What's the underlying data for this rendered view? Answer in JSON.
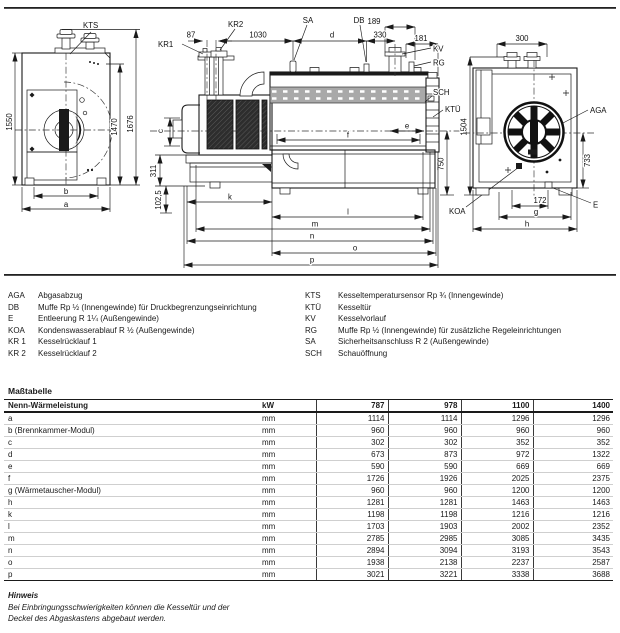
{
  "drawing": {
    "labels": {
      "kts": "KTS",
      "kr1": "KR1",
      "kr2": "KR2",
      "sa": "SA",
      "db": "DB",
      "kv": "KV",
      "rg": "RG",
      "sch": "SCH",
      "ktue": "KTÜ",
      "aga": "AGA",
      "koa": "KOA",
      "e": "E"
    },
    "dims": {
      "d87": "87",
      "d1030": "1030",
      "d189": "189",
      "d330": "330",
      "d181": "181",
      "d300": "300",
      "d1550": "1550",
      "d1470": "1470",
      "d1676": "1676",
      "d1504": "1504",
      "d750": "750",
      "d311": "311",
      "d102_5": "102,5",
      "d733": "733",
      "d172": "172"
    },
    "letters": {
      "a": "a",
      "b": "b",
      "c": "c",
      "d": "d",
      "e": "e",
      "f": "f",
      "g": "g",
      "h": "h",
      "k": "k",
      "l": "l",
      "m": "m",
      "n": "n",
      "o": "o",
      "p": "p"
    }
  },
  "legend": {
    "left": [
      {
        "code": "AGA",
        "text": "Abgasabzug"
      },
      {
        "code": "DB",
        "text": "Muffe Rp ½ (Innengewinde) für Druckbegrenzungseinrichtung"
      },
      {
        "code": "E",
        "text": "Entleerung R 1¼ (Außengewinde)"
      },
      {
        "code": "KOA",
        "text": "Kondenswasserablauf R ½ (Außengewinde)"
      },
      {
        "code": "KR 1",
        "text": "Kesselrücklauf 1"
      },
      {
        "code": "KR 2",
        "text": "Kesselrücklauf 2"
      }
    ],
    "right": [
      {
        "code": "KTS",
        "text": "Kesseltemperatursensor Rp ¾ (Innengewinde)"
      },
      {
        "code": "KTÜ",
        "text": "Kesseltür"
      },
      {
        "code": "KV",
        "text": "Kesselvorlauf"
      },
      {
        "code": "RG",
        "text": "Muffe Rp ½ (Innengewinde) für zusätzliche Regeleinrichtun­gen"
      },
      {
        "code": "SA",
        "text": "Sicherheitsanschluss R 2 (Außengewinde)"
      },
      {
        "code": "SCH",
        "text": "Schauöffnung"
      }
    ]
  },
  "table": {
    "title": "Maßtabelle",
    "header": {
      "label": "Nenn-Wärmeleistung",
      "unit": "kW",
      "cols": [
        "787",
        "978",
        "1100",
        "1400"
      ]
    },
    "rows": [
      {
        "label": "a",
        "unit": "mm",
        "values": [
          "1114",
          "1114",
          "1296",
          "1296"
        ]
      },
      {
        "label": "b (Brennkammer-Modul)",
        "unit": "mm",
        "values": [
          "960",
          "960",
          "960",
          "960"
        ]
      },
      {
        "label": "c",
        "unit": "mm",
        "values": [
          "302",
          "302",
          "352",
          "352"
        ]
      },
      {
        "label": "d",
        "unit": "mm",
        "values": [
          "673",
          "873",
          "972",
          "1322"
        ]
      },
      {
        "label": "e",
        "unit": "mm",
        "values": [
          "590",
          "590",
          "669",
          "669"
        ]
      },
      {
        "label": "f",
        "unit": "mm",
        "values": [
          "1726",
          "1926",
          "2025",
          "2375"
        ]
      },
      {
        "label": "g (Wärmetauscher-Modul)",
        "unit": "mm",
        "values": [
          "960",
          "960",
          "1200",
          "1200"
        ]
      },
      {
        "label": "h",
        "unit": "mm",
        "values": [
          "1281",
          "1281",
          "1463",
          "1463"
        ]
      },
      {
        "label": "k",
        "unit": "mm",
        "values": [
          "1198",
          "1198",
          "1216",
          "1216"
        ]
      },
      {
        "label": "l",
        "unit": "mm",
        "values": [
          "1703",
          "1903",
          "2002",
          "2352"
        ]
      },
      {
        "label": "m",
        "unit": "mm",
        "values": [
          "2785",
          "2985",
          "3085",
          "3435"
        ]
      },
      {
        "label": "n",
        "unit": "mm",
        "values": [
          "2894",
          "3094",
          "3193",
          "3543"
        ]
      },
      {
        "label": "o",
        "unit": "mm",
        "values": [
          "1938",
          "2138",
          "2237",
          "2587"
        ]
      },
      {
        "label": "p",
        "unit": "mm",
        "values": [
          "3021",
          "3221",
          "3338",
          "3688"
        ]
      }
    ]
  },
  "note": {
    "title": "Hinweis",
    "lines": [
      "Bei Einbringungsschwierigkeiten können die Kesseltür und der",
      "Deckel des Abgaskastens abgebaut werden."
    ]
  }
}
